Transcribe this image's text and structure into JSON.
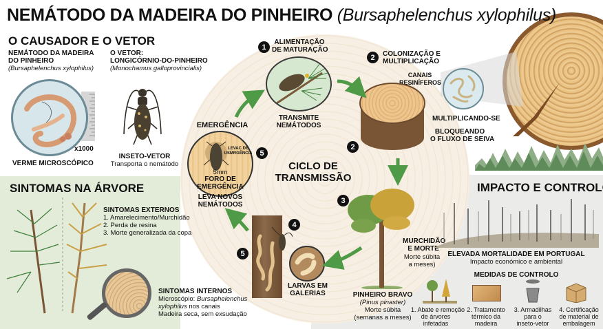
{
  "title": {
    "main": "NEMÁTODO DA MADEIRA DO PINHEIRO",
    "scientific": "(Bursaphelenchus xylophilus)"
  },
  "causador": {
    "heading": "O CAUSADOR E O VETOR",
    "nematode": {
      "title_line1": "NEMÁTODO DA MADEIRA",
      "title_line2": "DO PINHEIRO",
      "scientific": "(Bursaphelenchus xylophilus)",
      "magnification": "x1000",
      "caption": "VERME MICROSCÓPICO"
    },
    "vector": {
      "title_line1": "O VETOR:",
      "title_line2": "LONGICÓRNIO-DO-PINHEIRO",
      "scientific": "(Monochamus galloprovincialis)",
      "caption": "INSETO-VETOR",
      "subcaption": "Transporta o nemátodo"
    }
  },
  "cycle": {
    "center_line1": "CICLO DE",
    "center_line2": "TRANSMISSÃO",
    "steps": [
      {
        "number": "1",
        "title_line1": "ALIMENTAÇÃO",
        "title_line2": "DE MATURAÇÃO",
        "caption_line1": "TRANSMITE",
        "caption_line2": "NEMÁTODOS"
      },
      {
        "number": "2",
        "title_line1": "COLONIZAÇÃO E",
        "title_line2": "MULTIPLICAÇÃO",
        "label_line1": "CANAIS",
        "label_line2": "RESINÍFEROS",
        "caption": "MULTIPLICANDO-SE",
        "caption2_line1": "BLOQUEANDO",
        "caption2_line2": "O FLUXO DE SEIVA"
      },
      {
        "number": "3",
        "title_line1": "MURCHIDÃO",
        "title_line2": "E MORTE",
        "sub_line1": "Morte súbita",
        "sub_line2": "a meses)",
        "tree_name": "PINHEIRO BRAVO",
        "tree_scientific": "(Pinus pinaster)",
        "tree_sub1": "Morte súbita",
        "tree_sub2": "(semanas a meses)"
      },
      {
        "number": "4",
        "caption_line1": "LARVAS EM",
        "caption_line2": "GALERIAS"
      },
      {
        "number": "5",
        "title": "EMERGÊNCIA",
        "inner_label_line1": "LEVAC DE",
        "inner_label_line2": "USMRGÊNCIA",
        "size": "5mm",
        "hole_line1": "FORO DE",
        "hole_line2": "EMERGÊNCIA",
        "caption_line1": "LEVA NOVOS",
        "caption_line2": "NEMÁTODOS"
      }
    ],
    "extra_number_2": "2",
    "extra_number_5": "5"
  },
  "sintomas": {
    "heading": "SINTOMAS NA ÁRVORE",
    "externos": {
      "title": "SINTOMAS EXTERNOS",
      "items": [
        "1. Amarelecimento/Murchidão",
        "2. Perda de resina",
        "3. Morte generalizada da copa"
      ]
    },
    "internos": {
      "title": "SINTOMAS INTERNOS",
      "line1_prefix": "Microscópio: ",
      "line1_italic": "Bursaphelenchus",
      "line2_italic": "xylophilus",
      "line2_suffix": " nos canais",
      "line3": "Madeira seca, sem exsudação"
    }
  },
  "impacto": {
    "heading": "IMPACTO E CONTROLO",
    "mortality": "ELEVADA MORTALIDADE EM PORTUGAL",
    "mortality_sub": "Impacto económico e ambiental",
    "measures_heading": "MEDIDAS DE CONTROLO",
    "measures": [
      {
        "icon": "felled-trees-icon",
        "lines": [
          "1. Abate e remoção",
          "de árvores",
          "infetadas"
        ]
      },
      {
        "icon": "wood-beam-icon",
        "lines": [
          "2. Tratamento",
          "térmico da",
          "madeira"
        ]
      },
      {
        "icon": "trap-bucket-icon",
        "lines": [
          "3. Armadilhas",
          "para o",
          "inseto-vetor"
        ]
      },
      {
        "icon": "box-icon",
        "lines": [
          "4. Certificação",
          "de material de",
          "embalagem"
        ]
      }
    ]
  },
  "colors": {
    "green_panel": "#e3ecd9",
    "gray_panel": "#ebebea",
    "arrow_green": "#4e9a46",
    "wood": "#e8bf7e",
    "bark": "#6b4a2e"
  }
}
